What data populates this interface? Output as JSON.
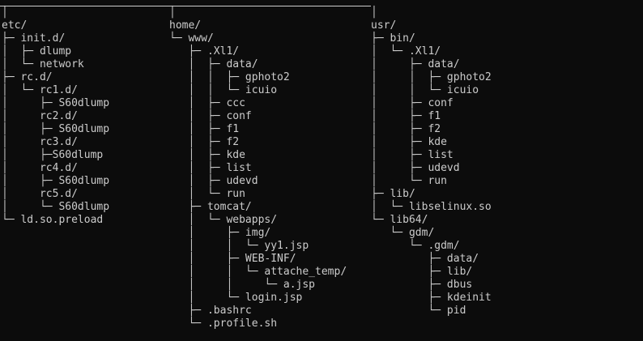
{
  "columns": [
    {
      "lines": [
        "│",
        "etc/",
        "├─ init.d/",
        "│  ├─ dlump",
        "│  └─ network",
        "├─ rc.d/",
        "│  └─ rc1.d/",
        "│     ├─ S60dlump",
        "│     rc2.d/",
        "│     ├─ S60dlump",
        "│     rc3.d/",
        "│     ├─S60dlump",
        "│     rc4.d/",
        "│     ├─ S60dlump",
        "│     rc5.d/",
        "│     └─ S60dlump",
        "└─ ld.so.preload"
      ]
    },
    {
      "lines": [
        "│",
        "home/",
        "└─ www/",
        "   ├─ .Xl1/",
        "   │  ├─ data/",
        "   │  │  ├─ gphoto2",
        "   │  │  └─ icuio",
        "   │  ├─ ccc",
        "   │  ├─ conf",
        "   │  ├─ f1",
        "   │  ├─ f2",
        "   │  ├─ kde",
        "   │  ├─ list",
        "   │  ├─ udevd",
        "   │  └─ run",
        "   ├─ tomcat/",
        "   │  └─ webapps/",
        "   │     ├─ img/",
        "   │     │  └─ yy1.jsp",
        "   │     ├─ WEB-INF/",
        "   │     │  └─ attache_temp/",
        "   │     │     └─ a.jsp",
        "   │     └─ login.jsp",
        "   ├─ .bashrc",
        "   └─ .profile.sh"
      ]
    },
    {
      "lines": [
        "│",
        "usr/",
        "├─ bin/",
        "│  └─ .Xl1/",
        "│     ├─ data/",
        "│     │  ├─ gphoto2",
        "│     │  └─ icuio",
        "│     ├─ conf",
        "│     ├─ f1",
        "│     ├─ f2",
        "│     ├─ kde",
        "│     ├─ list",
        "│     ├─ udevd",
        "│     └─ run",
        "├─ lib/",
        "│  └─ libselinux.so",
        "└─ lib64/",
        "   └─ gdm/",
        "      └─ .gdm/",
        "         ├─ data/",
        "         ├─ lib/",
        "         ├─ dbus",
        "         ├─ kdeinit",
        "         └─ pid"
      ]
    }
  ]
}
